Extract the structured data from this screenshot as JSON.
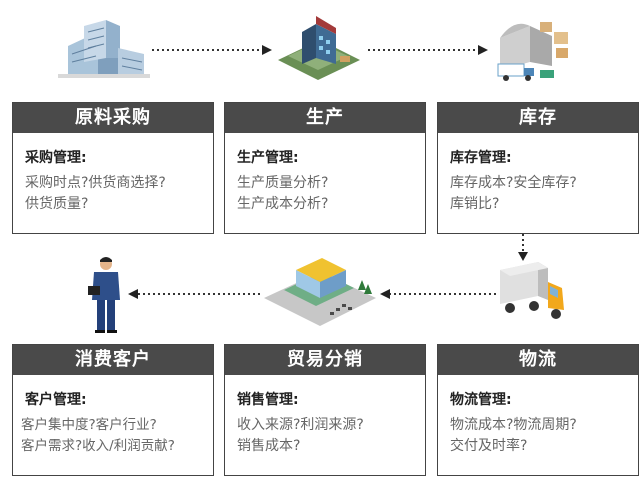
{
  "stages": [
    {
      "title": "原料采购",
      "subtitle": "采购管理:",
      "lines": [
        "采购时点?供货商选择?",
        "供货质量?"
      ]
    },
    {
      "title": "生产",
      "subtitle": "生产管理:",
      "lines": [
        "生产质量分析?",
        "生产成本分析?"
      ]
    },
    {
      "title": "库存",
      "subtitle": "库存管理:",
      "lines": [
        "库存成本?安全库存?",
        "库销比?"
      ]
    },
    {
      "title": "消费客户",
      "subtitle": "客户管理:",
      "lines": [
        "客户集中度?客户行业?",
        "客户需求?收入/利润贡献?"
      ]
    },
    {
      "title": "贸易分销",
      "subtitle": "销售管理:",
      "lines": [
        "收入来源?利润来源?",
        "销售成本?"
      ]
    },
    {
      "title": "物流",
      "subtitle": "物流管理:",
      "lines": [
        "物流成本?物流周期?",
        "交付及时率?"
      ]
    }
  ]
}
